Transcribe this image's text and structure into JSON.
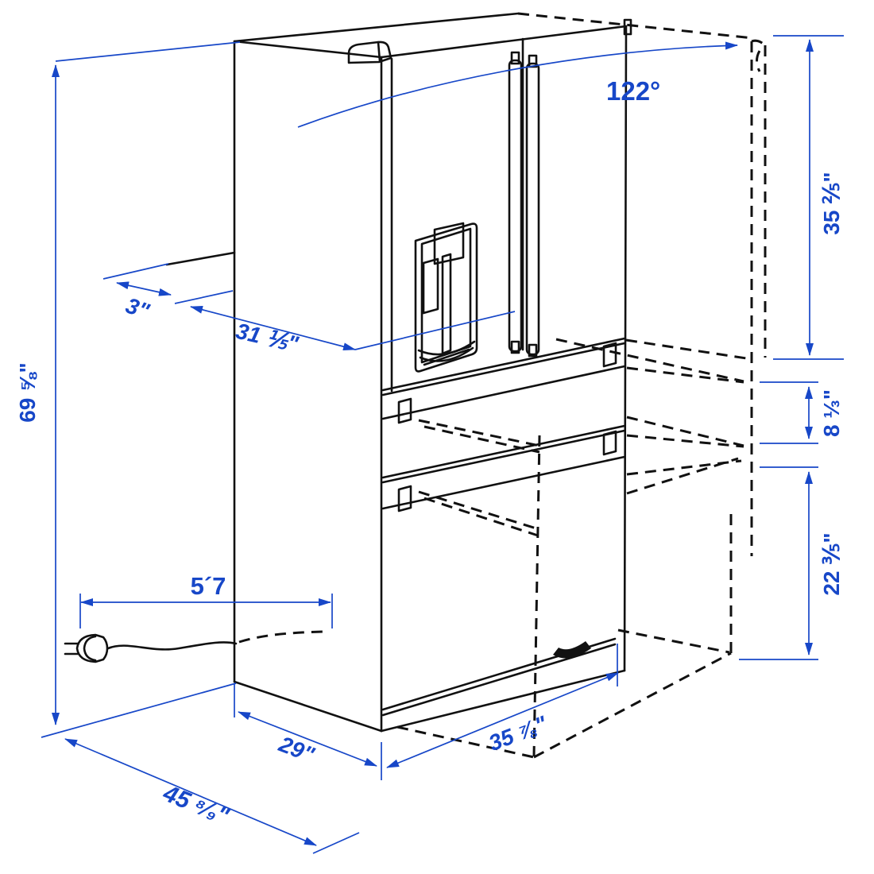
{
  "diagram": {
    "title": "Refrigerator dimension drawing",
    "background_color": "#ffffff",
    "drawing_line_color": "#111111",
    "dimension_color": "#1747c8",
    "dimensions": {
      "door_open_angle": "122°",
      "door_section_height": "35 ⅖\"",
      "middle_drawer_height": "8 ⅓\"",
      "bottom_section_height": "22 ⅗\"",
      "total_height": "69 ⅝\"",
      "side_clearance": "3\"",
      "door_clearance": "31 ⅕\"",
      "power_cord_length": "5´7",
      "cabinet_depth": "29\"",
      "cabinet_width": "35 ⅞\"",
      "total_depth_door_open": "45 ⁸⁄₉\""
    }
  }
}
